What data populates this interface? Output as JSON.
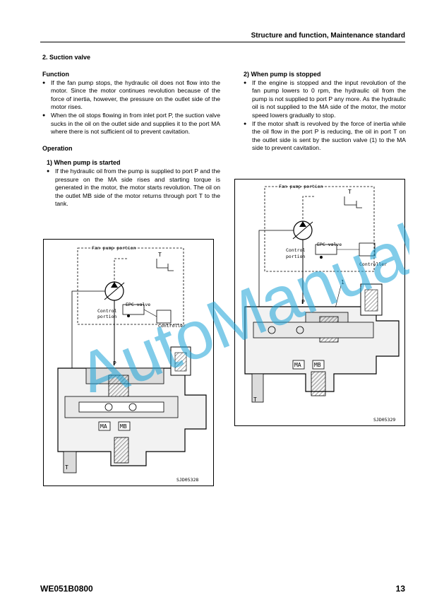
{
  "header": {
    "title": "Structure and function, Maintenance standard"
  },
  "section": {
    "title": "2.  Suction valve"
  },
  "left": {
    "function_heading": "Function",
    "function_bullets": [
      "If the fan pump stops, the hydraulic oil does not flow into the motor. Since the motor continues revolution because of the force of inertia, however, the pressure on the outlet side of the motor rises.",
      "When the oil stops flowing in from inlet port P, the suction valve sucks in the oil on the outlet side and supplies it to the port MA where there is not sufficient oil to prevent cavitation."
    ],
    "operation_heading": "Operation",
    "started_heading": "1)  When pump is started",
    "started_bullets": [
      "If the hydraulic oil from the pump is supplied to port P and the pressure on the MA side rises and starting torque is generated in the motor, the motor starts revolution. The oil on the outlet MB side of the motor returns through port T to the tank."
    ]
  },
  "right": {
    "stopped_heading": "2)  When pump is stopped",
    "stopped_bullets": [
      "If the engine is stopped and the input revolution of the fan pump lowers to 0 rpm, the hydraulic oil from the pump is not supplied to port P any more. As the hydraulic oil is not supplied to the MA side of the motor, the motor speed lowers gradually to stop.",
      "If the motor shaft is revolved by the force of inertia while the oil flow in the port P is reducing, the oil in port T on the outlet side is sent by the suction valve (1) to the MA side to prevent cavitation."
    ]
  },
  "figure_left": {
    "fan_pump": "Fan pump portion",
    "t": "T",
    "epc": "EPC valve",
    "control1": "Control",
    "control2": "portion",
    "controller": "Controller",
    "p": "P",
    "ma": "MA",
    "mb": "MB",
    "t2": "T",
    "code": "SJD05328"
  },
  "figure_right": {
    "fan_pump": "Fan pump portion",
    "t": "T",
    "epc": "EPC valve",
    "control1": "Control",
    "control2": "portion",
    "controller": "Controller",
    "one": "1",
    "p": "P",
    "ma": "MA",
    "mb": "MB",
    "t2": "T",
    "code": "SJD05329"
  },
  "watermark": {
    "text": "AutoManual",
    "color": "#1ba3d8"
  },
  "footer": {
    "code": "WE051B0800",
    "page": "13"
  }
}
